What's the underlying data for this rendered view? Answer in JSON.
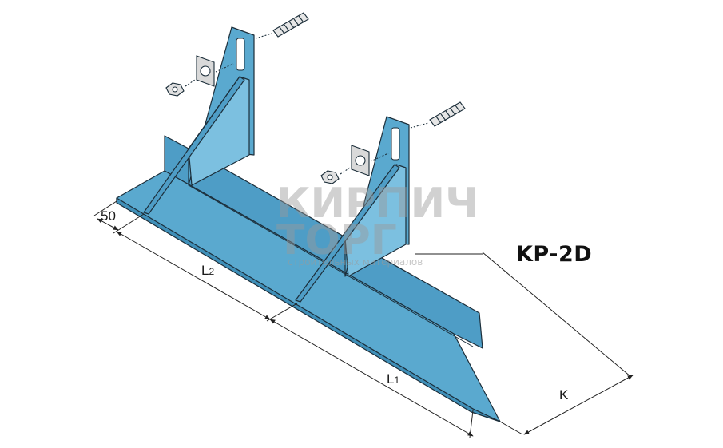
{
  "model": "KP-2D",
  "dimensions": {
    "offset": "50",
    "l2_main": "L",
    "l2_sub": "2",
    "l1_main": "L",
    "l1_sub": "1",
    "k": "K"
  },
  "watermark": {
    "line1": "КИРПИЧ",
    "line2": "ТОРГ",
    "line3": "строительных материалов"
  },
  "colors": {
    "steel": "#5aa9cf",
    "steel_dark": "#3f8fb8",
    "steel_light": "#7cc0e0",
    "outline": "#1c2e3a",
    "dim": "#222222"
  }
}
